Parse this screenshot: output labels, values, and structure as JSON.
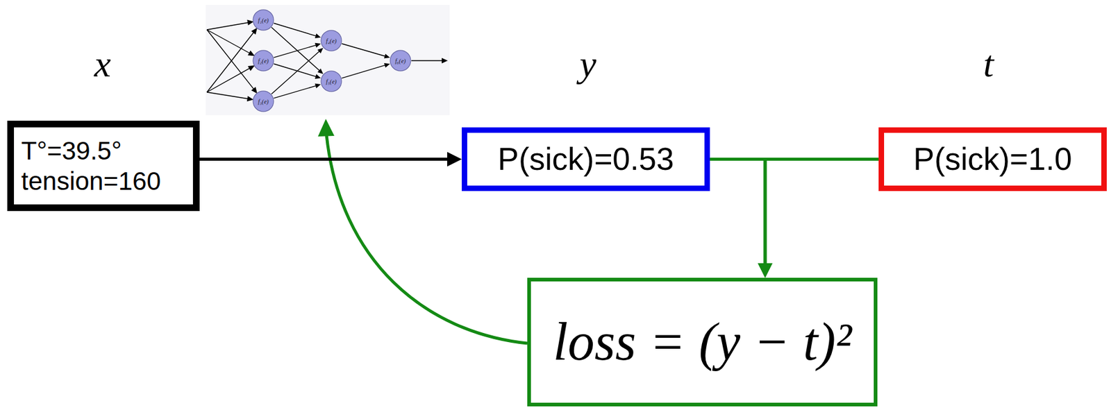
{
  "diagram": {
    "nodes": [
      {
        "text": [
          "f₁(e)"
        ]
      },
      {
        "text": [
          "f₂(e)"
        ]
      },
      {
        "text": [
          "f₃(e)"
        ]
      },
      {
        "text": [
          "f₄(e)"
        ]
      },
      {
        "text": [
          "f₅(e)"
        ]
      },
      {
        "text": [
          "f₆(e)"
        ]
      },
      {
        "text": [
          "T°=39.5°",
          "tension=160"
        ]
      },
      {
        "text": [
          "P(sick)=0.53"
        ]
      },
      {
        "text": [
          "P(sick)=1.0"
        ]
      },
      {
        "text": [
          "loss = (y − t)²"
        ]
      }
    ],
    "edges": [
      {
        "from": 0,
        "to": 3,
        "arrow": "to"
      },
      {
        "from": 0,
        "to": 4,
        "arrow": "to"
      },
      {
        "from": 1,
        "to": 3,
        "arrow": "to"
      },
      {
        "from": 1,
        "to": 4,
        "arrow": "to"
      },
      {
        "from": 2,
        "to": 3,
        "arrow": "to"
      },
      {
        "from": 2,
        "to": 4,
        "arrow": "to"
      },
      {
        "from": 3,
        "to": 5,
        "arrow": "to"
      },
      {
        "from": 4,
        "to": 5,
        "arrow": "to"
      },
      {
        "from": 6,
        "to": 7,
        "arrow": "to"
      },
      {
        "from": 7,
        "to": 9,
        "arrow": "to"
      },
      {
        "from": 8,
        "to": 9,
        "arrow": "to"
      }
    ],
    "labels": [
      "x",
      "y",
      "t"
    ]
  }
}
